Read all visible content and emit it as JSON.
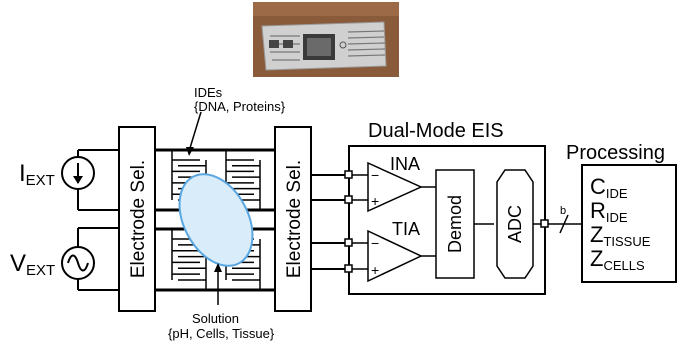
{
  "photo": {
    "name": "sensor-chip-photo"
  },
  "ide_label": {
    "line1": "IDEs",
    "line2": "{DNA, Proteins}"
  },
  "solution_label": {
    "line1": "Solution",
    "line2": "{pH, Cells, Tissue}"
  },
  "sources": {
    "current": {
      "label_main": "I",
      "label_sub": "EXT"
    },
    "voltage": {
      "label_main": "V",
      "label_sub": "EXT"
    }
  },
  "electrode_selectors": {
    "left": "Electrode Sel.",
    "right": "Electrode Sel."
  },
  "eis": {
    "title": "Dual-Mode EIS",
    "ina": "INA",
    "tia": "TIA",
    "minus": "−",
    "plus": "+",
    "demod": "Demod",
    "adc": "ADC",
    "bus_label": "b"
  },
  "processing": {
    "title": "Processing",
    "outputs": [
      {
        "main": "C",
        "sub": "IDE"
      },
      {
        "main": "R",
        "sub": "IDE"
      },
      {
        "main": "Z",
        "sub": "TISSUE"
      },
      {
        "main": "Z",
        "sub": "CELLS"
      }
    ]
  },
  "colors": {
    "line": "#000000",
    "solution_fill": "#d8ecfa",
    "solution_stroke": "#5aa6e0",
    "photo_bg": "#8a5b3a",
    "chip": "#cfcfcf"
  }
}
